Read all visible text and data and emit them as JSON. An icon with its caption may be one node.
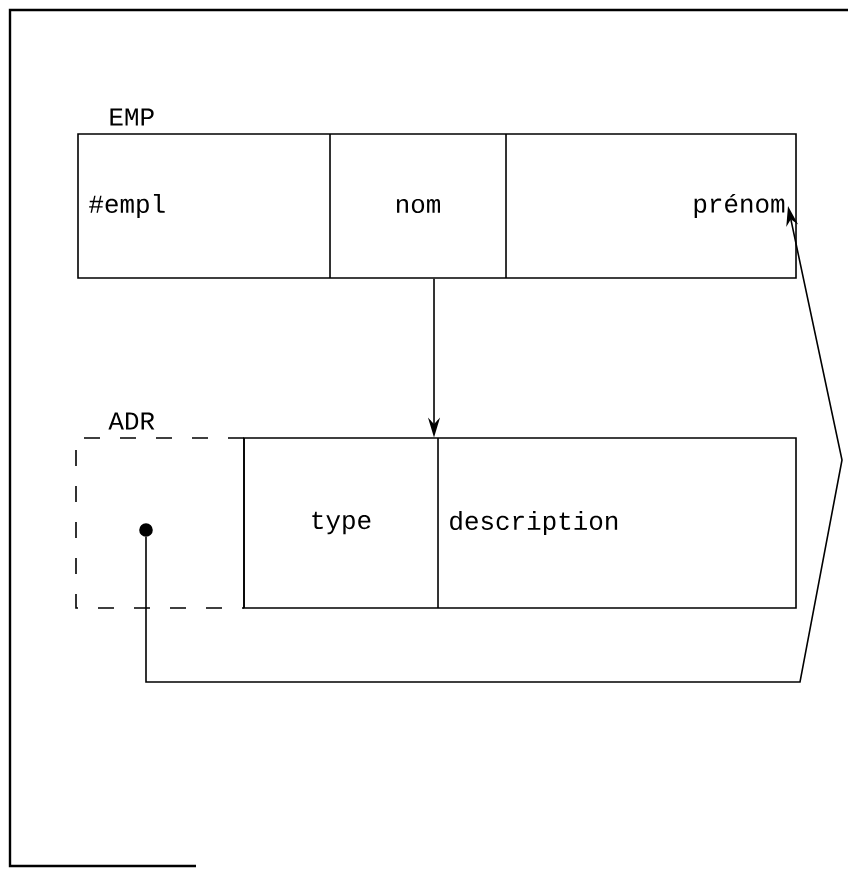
{
  "diagram": {
    "nodes": [
      {
        "text": [
          "EMP"
        ]
      },
      {
        "text": [
          "#empl"
        ],
        "in": 0
      },
      {
        "text": [
          "nom"
        ],
        "in": 0
      },
      {
        "text": [
          "prénom"
        ],
        "in": 0
      },
      {
        "text": [
          "ADR"
        ]
      },
      {
        "text": [],
        "shape": "circle"
      },
      {
        "text": [
          "type"
        ],
        "in": 4
      },
      {
        "text": [
          "description"
        ],
        "in": 4
      }
    ],
    "edges": [
      {
        "from": 2,
        "to": 4,
        "arrow": "to"
      },
      {
        "from": 5,
        "to": 3,
        "arrow": "to"
      }
    ]
  }
}
